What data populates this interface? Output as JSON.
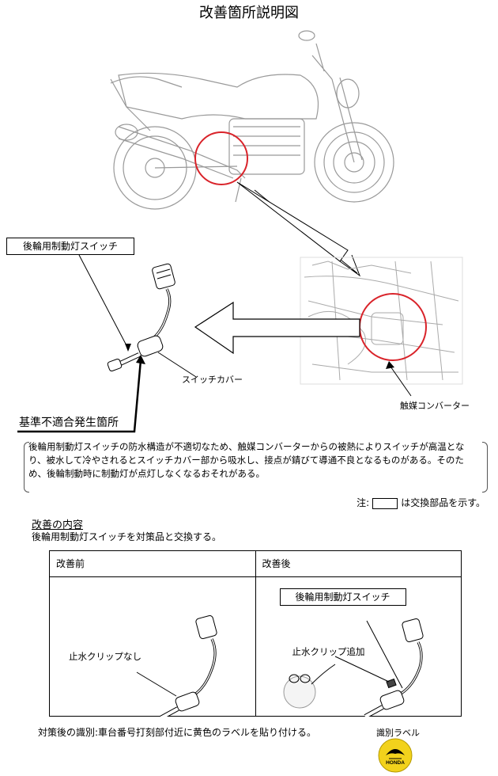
{
  "title": "改善箇所説明図",
  "labels": {
    "switch_name": "後輪用制動灯スイッチ",
    "switch_cover": "スイッチカバー",
    "nonconformity": "基準不適合発生箇所",
    "catalytic_converter": "触媒コンバーター"
  },
  "description": "後輪用制動灯スイッチの防水構造が不適切なため、触媒コンバーターからの被熱によりスイッチが高温となり、被水して冷やされるとスイッチカバー部から吸水し、接点が錆びて導通不良となるものがある。そのため、後輪制動時に制動灯が点灯しなくなるおそれがある。",
  "note": {
    "prefix": "注:",
    "suffix": "は交換部品を示す。"
  },
  "improvement": {
    "heading": "改善の内容",
    "body": "後輪用制動灯スイッチを対策品と交換する。"
  },
  "table": {
    "before_header": "改善前",
    "after_header": "改善後",
    "before_caption": "止水クリップなし",
    "after_switch_label": "後輪用制動灯スイッチ",
    "after_caption": "止水クリップ追加"
  },
  "identification": {
    "text": "対策後の識別:車台番号打刻部付近に黄色のラベルを貼り付ける。",
    "label_title": "識別ラベル",
    "label_logo_text": "HONDA",
    "label_color": "#f2d21c"
  },
  "colors": {
    "highlight_circle": "#d9232a"
  }
}
